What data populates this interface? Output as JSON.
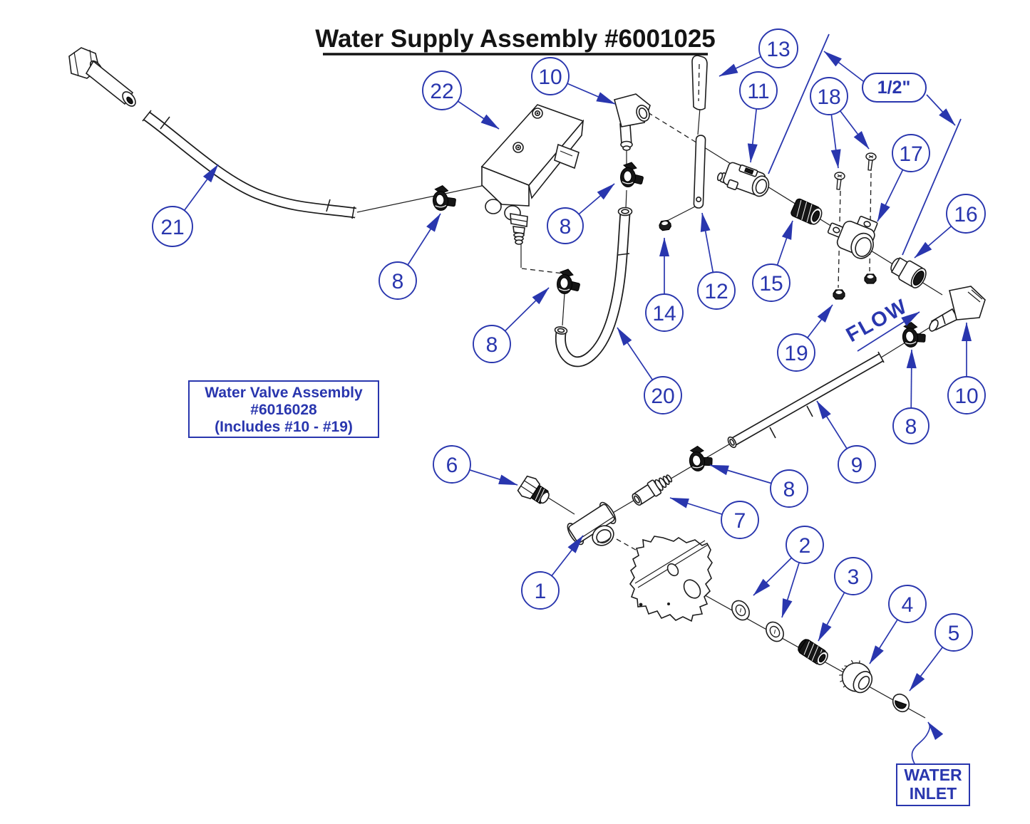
{
  "title": "Water Supply Assembly #6001025",
  "annotations": {
    "size_label": "1/2\"",
    "flow_label": "FLOW",
    "water_inlet": {
      "line1": "WATER",
      "line2": "INLET"
    },
    "valve_assembly_note": {
      "line1": "Water Valve Assembly",
      "line2": "#6016028",
      "line3": "(Includes #10 - #19)"
    }
  },
  "colors": {
    "accent_blue": "#2936ae",
    "line_black": "#1c1c1c",
    "background": "#ffffff"
  },
  "callouts": [
    {
      "id": "22",
      "number": "22"
    },
    {
      "id": "10-top",
      "number": "10"
    },
    {
      "id": "13",
      "number": "13"
    },
    {
      "id": "11",
      "number": "11"
    },
    {
      "id": "18",
      "number": "18"
    },
    {
      "id": "17",
      "number": "17"
    },
    {
      "id": "16",
      "number": "16"
    },
    {
      "id": "21",
      "number": "21"
    },
    {
      "id": "8-hose-left",
      "number": "8"
    },
    {
      "id": "8-valve-top",
      "number": "8"
    },
    {
      "id": "14",
      "number": "14"
    },
    {
      "id": "12",
      "number": "12"
    },
    {
      "id": "15",
      "number": "15"
    },
    {
      "id": "19",
      "number": "19"
    },
    {
      "id": "8-hose-20",
      "number": "8"
    },
    {
      "id": "20",
      "number": "20"
    },
    {
      "id": "9",
      "number": "9"
    },
    {
      "id": "8-outlet",
      "number": "8"
    },
    {
      "id": "10-right",
      "number": "10"
    },
    {
      "id": "6",
      "number": "6"
    },
    {
      "id": "1",
      "number": "1"
    },
    {
      "id": "7",
      "number": "7"
    },
    {
      "id": "8-inline",
      "number": "8"
    },
    {
      "id": "2",
      "number": "2"
    },
    {
      "id": "3",
      "number": "3"
    },
    {
      "id": "4",
      "number": "4"
    },
    {
      "id": "5",
      "number": "5"
    }
  ]
}
